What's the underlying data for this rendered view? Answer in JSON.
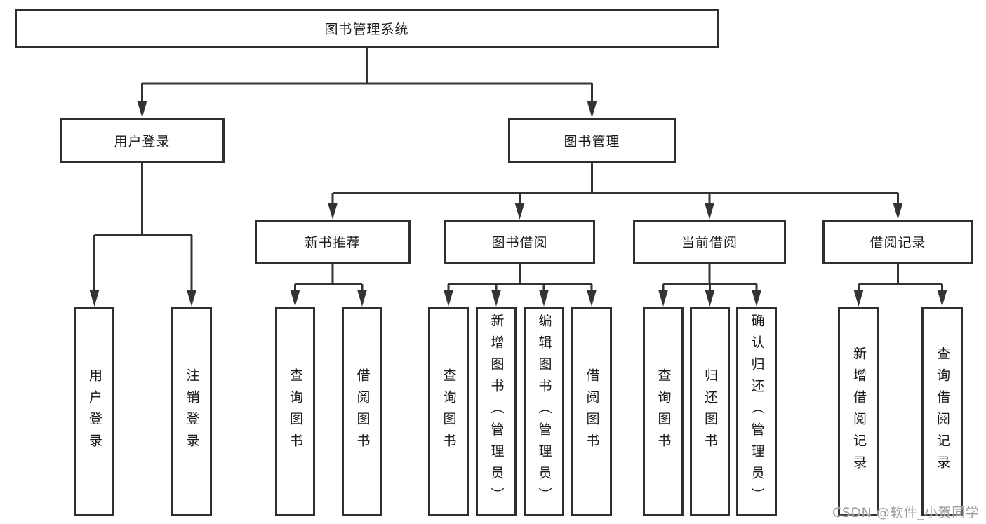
{
  "structure": {
    "label": "图书管理系统",
    "children": [
      {
        "label": "用户登录",
        "children": [
          {
            "label": "用户登录"
          },
          {
            "label": "注销登录"
          }
        ]
      },
      {
        "label": "图书管理",
        "children": [
          {
            "label": "新书推荐",
            "children": [
              {
                "label": "查询图书"
              },
              {
                "label": "借阅图书"
              }
            ]
          },
          {
            "label": "图书借阅",
            "children": [
              {
                "label": "查询图书"
              },
              {
                "label": "新增图书（管理员）"
              },
              {
                "label": "编辑图书（管理员）"
              },
              {
                "label": "借阅图书"
              }
            ]
          },
          {
            "label": "当前借阅",
            "children": [
              {
                "label": "查询图书"
              },
              {
                "label": "归还图书"
              },
              {
                "label": "确认归还（管理员）"
              }
            ]
          },
          {
            "label": "借阅记录",
            "children": [
              {
                "label": "新增借阅记录"
              },
              {
                "label": "查询借阅记录"
              }
            ]
          }
        ]
      }
    ]
  },
  "watermark": {
    "text": "CSDN @软件_小贺同学"
  },
  "colors": {
    "line": "#333333",
    "box_border": "#2f2f2f",
    "box_fill": "#ffffff",
    "text": "#1a1a1a",
    "watermark": "#9e9e9e"
  }
}
